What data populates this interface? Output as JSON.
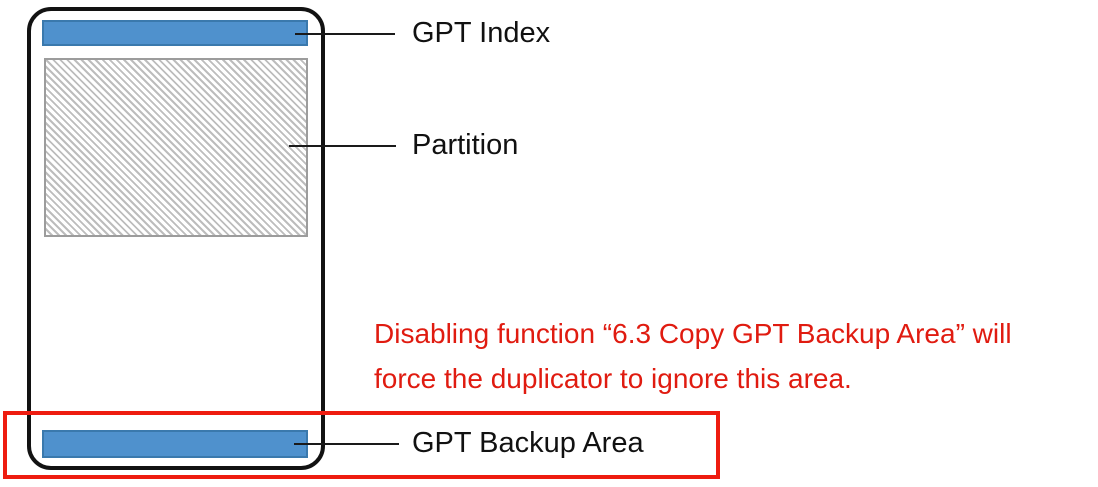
{
  "diagram": {
    "title": "GPT disk layout diagram",
    "colors": {
      "region_fill": "#4F91CD",
      "region_border": "#3A79AD",
      "disk_outline": "#121212",
      "hatch_border": "#9C9C9C",
      "hatch_line": "#BDBDBD",
      "highlight_box": "#EE1C10",
      "warning_text": "#E01B10",
      "label_text": "#111111",
      "leader_line": "#1A1A1A"
    },
    "regions": [
      {
        "id": "gpt-index",
        "label": "GPT Index"
      },
      {
        "id": "partition",
        "label": "Partition"
      },
      {
        "id": "gpt-backup",
        "label": "GPT Backup Area"
      }
    ],
    "warning": {
      "line1": "Disabling function “6.3 Copy GPT Backup Area” will",
      "line2": "force the duplicator to ignore this area."
    }
  }
}
